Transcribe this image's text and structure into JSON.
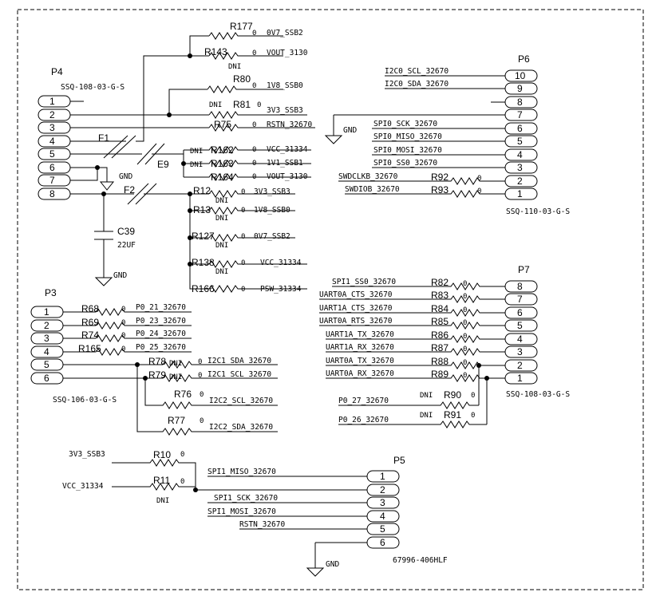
{
  "nets": {
    "v0v7_ssb2": "0V7_SSB2",
    "vout_3130": "VOUT_3130",
    "v1v8_ssb0": "1V8_SSB0",
    "v3v3_ssb3": "3V3_SSB3",
    "rstn": "RSTN_32670",
    "vcc": "VCC_31334",
    "v1v1": "1V1_SSB1",
    "psw": "PSW_31334",
    "gnd": "GND",
    "i2c0_scl": "I2C0_SCL_32670",
    "i2c0_sda": "I2C0_SDA_32670",
    "spi0_sck": "SPI0_SCK_32670",
    "spi0_miso": "SPI0_MISO_32670",
    "spi0_mosi": "SPI0_MOSI_32670",
    "spi0_ss0": "SPI0_SS0_32670",
    "swdclk": "SWDCLKB_32670",
    "swdio": "SWDIOB_32670",
    "spi1_ss0": "SPI1_SS0_32670",
    "u0a_cts": "UART0A_CTS_32670",
    "u1a_cts": "UART1A_CTS_32670",
    "u0a_rts": "UART0A_RTS_32670",
    "u1a_tx": "UART1A_TX_32670",
    "u1a_rx": "UART1A_RX_32670",
    "u0a_tx": "UART0A_TX_32670",
    "u0a_rx": "UART0A_RX_32670",
    "p0_27": "P0_27_32670",
    "p0_26": "P0_26_32670",
    "p0_21": "P0_21_32670",
    "p0_23": "P0_23_32670",
    "p0_24": "P0_24_32670",
    "p0_25": "P0_25_32670",
    "i2c1_sda": "I2C1_SDA_32670",
    "i2c1_scl": "I2C1_SCL_32670",
    "i2c2_scl": "I2C2_SCL_32670",
    "i2c2_sda": "I2C2_SDA_32670",
    "spi1_miso": "SPI1_MISO_32670",
    "spi1_sck": "SPI1_SCK_32670",
    "spi1_mosi": "SPI1_MOSI_32670"
  },
  "common": {
    "zero": "0",
    "dni": "DNI",
    "gnd": "GND"
  },
  "resistors": {
    "r177": "R177",
    "r143": "R143",
    "r80": "R80",
    "r81": "R81",
    "r75": "R75",
    "r162": "R162",
    "r163": "R163",
    "r164": "R164",
    "r12": "R12",
    "r13": "R13",
    "r127": "R127",
    "r138": "R138",
    "r166": "R166",
    "r92": "R92",
    "r93": "R93",
    "r82": "R82",
    "r83": "R83",
    "r84": "R84",
    "r85": "R85",
    "r86": "R86",
    "r87": "R87",
    "r88": "R88",
    "r89": "R89",
    "r90": "R90",
    "r91": "R91",
    "r68": "R68",
    "r69": "R69",
    "r74": "R74",
    "r165": "R165",
    "r78": "R78",
    "r79": "R79",
    "r76": "R76",
    "r77": "R77",
    "r10": "R10",
    "r11": "R11"
  },
  "parts": {
    "f1": "F1",
    "f2": "F2",
    "e9": "E9",
    "c39": "C39",
    "c39_value": "22UF"
  },
  "connectors": {
    "p4": {
      "ref": "P4",
      "part": "SSQ-108-03-G-S",
      "pins": [
        "1",
        "2",
        "3",
        "4",
        "5",
        "6",
        "7",
        "8"
      ]
    },
    "p6": {
      "ref": "P6",
      "part": "SSQ-110-03-G-S",
      "pins": [
        "10",
        "9",
        "8",
        "7",
        "6",
        "5",
        "4",
        "3",
        "2",
        "1"
      ]
    },
    "p7": {
      "ref": "P7",
      "part": "SSQ-108-03-G-S",
      "pins": [
        "8",
        "7",
        "6",
        "5",
        "4",
        "3",
        "2",
        "1"
      ]
    },
    "p3": {
      "ref": "P3",
      "part": "SSQ-106-03-G-S",
      "pins": [
        "1",
        "2",
        "3",
        "4",
        "5",
        "6"
      ]
    },
    "p5": {
      "ref": "P5",
      "part": "67996-406HLF",
      "pins": [
        "1",
        "2",
        "3",
        "4",
        "5",
        "6"
      ]
    }
  }
}
